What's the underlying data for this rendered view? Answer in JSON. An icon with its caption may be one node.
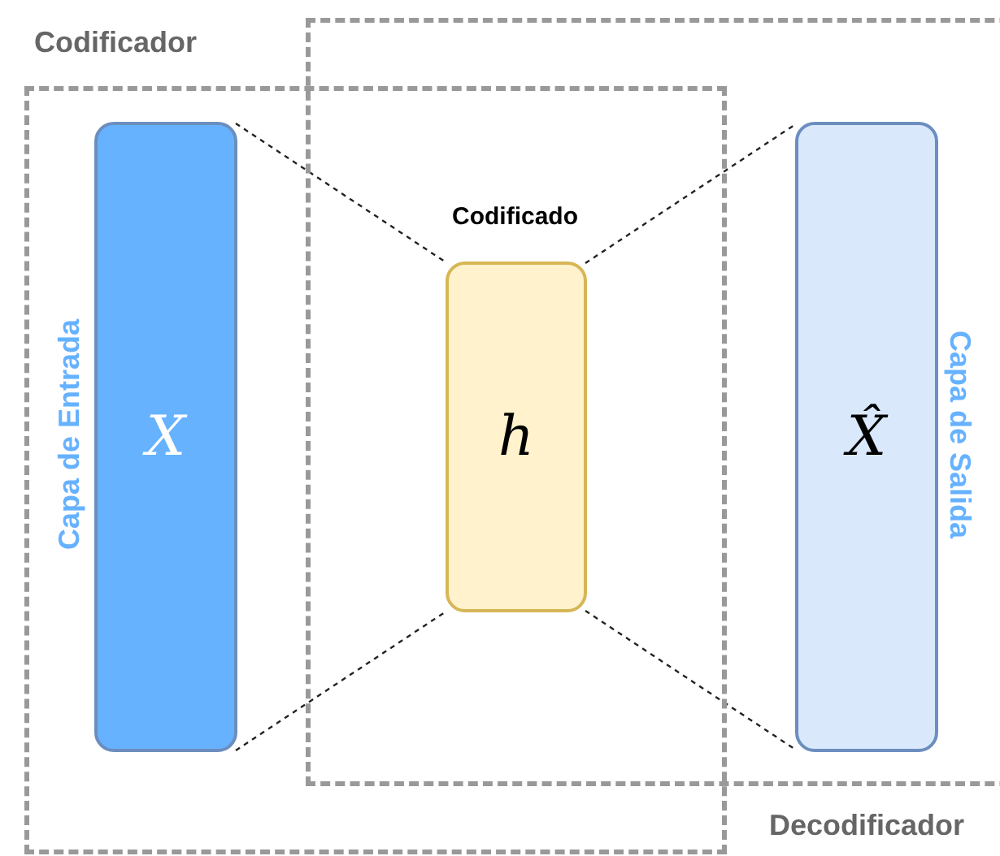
{
  "diagram": {
    "nodes": [
      {
        "text": [
          "Codificador"
        ]
      },
      {
        "text": [
          "Decodificador"
        ]
      },
      {
        "text": [
          "X"
        ],
        "in": 0,
        "beside": [
          "Capa de Entrada"
        ]
      },
      {
        "text": [
          "h"
        ],
        "beside": [
          "Codificado"
        ]
      },
      {
        "text": [
          "X̂"
        ],
        "in": 1,
        "beside": [
          "Capa de Salida"
        ]
      }
    ],
    "edges": [
      {
        "from": 2,
        "to": 3,
        "arrow": "none",
        "style": "dashed"
      },
      {
        "from": 2,
        "to": 3,
        "arrow": "none",
        "style": "dashed"
      },
      {
        "from": 3,
        "to": 4,
        "arrow": "none",
        "style": "dashed"
      },
      {
        "from": 3,
        "to": 4,
        "arrow": "none",
        "style": "dashed"
      }
    ]
  }
}
